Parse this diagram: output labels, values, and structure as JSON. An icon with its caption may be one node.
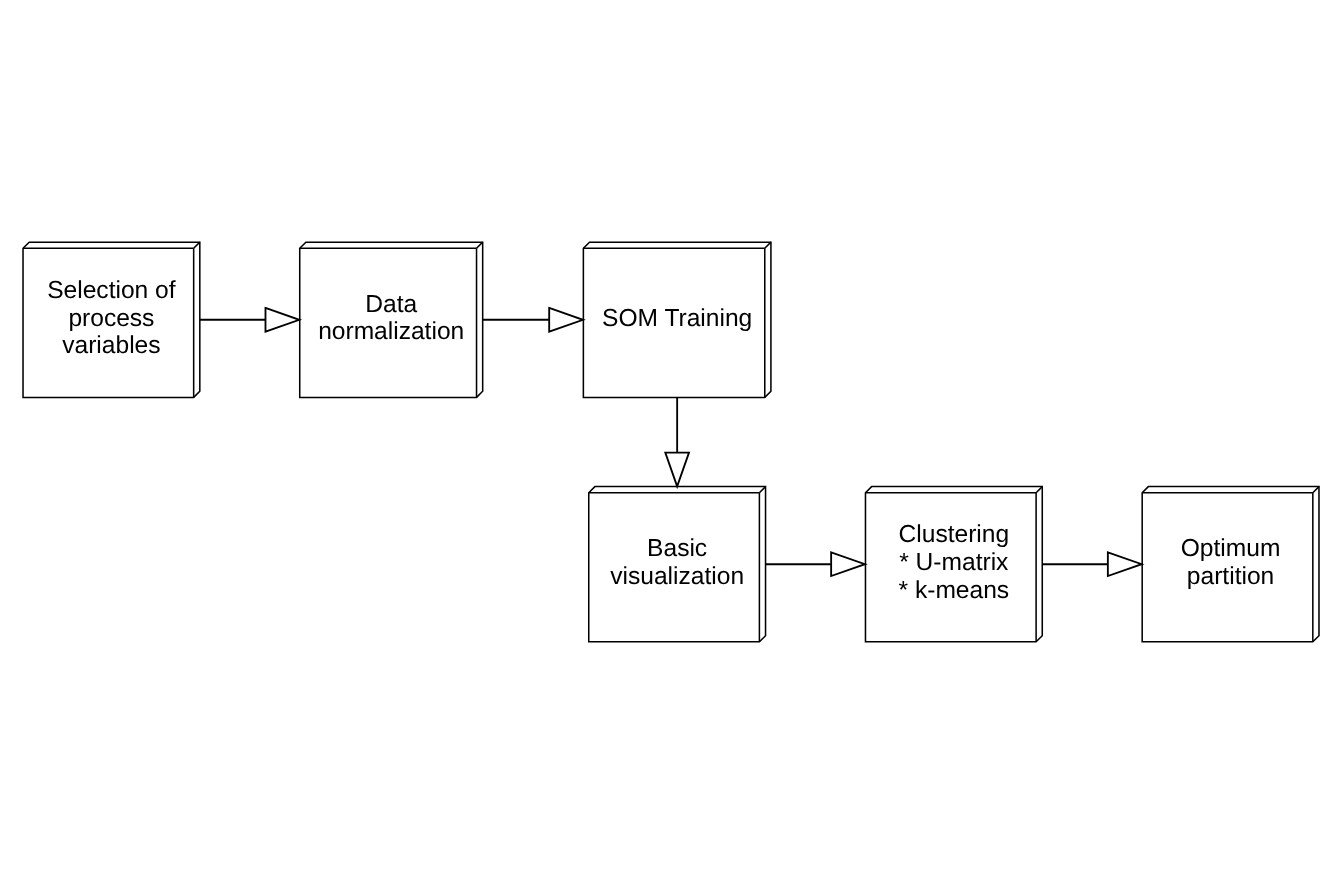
{
  "diagram": {
    "nodes": [
      {
        "text": [
          "Selection of process variables"
        ]
      },
      {
        "text": [
          "Data normalization"
        ]
      },
      {
        "text": [
          "SOM Training"
        ]
      },
      {
        "text": [
          "Optimum partition"
        ]
      },
      {
        "text": [
          "Clustering",
          "* U-matrix",
          "* k-means"
        ]
      },
      {
        "text": [
          "Basic visualization"
        ]
      }
    ],
    "edges": [
      {
        "from": 0,
        "to": 1,
        "arrow": "to"
      },
      {
        "from": 1,
        "to": 2,
        "arrow": "to"
      },
      {
        "from": 2,
        "to": 5,
        "arrow": "to"
      },
      {
        "from": 5,
        "to": 4,
        "arrow": "to"
      },
      {
        "from": 4,
        "to": 3,
        "arrow": "to"
      }
    ]
  }
}
